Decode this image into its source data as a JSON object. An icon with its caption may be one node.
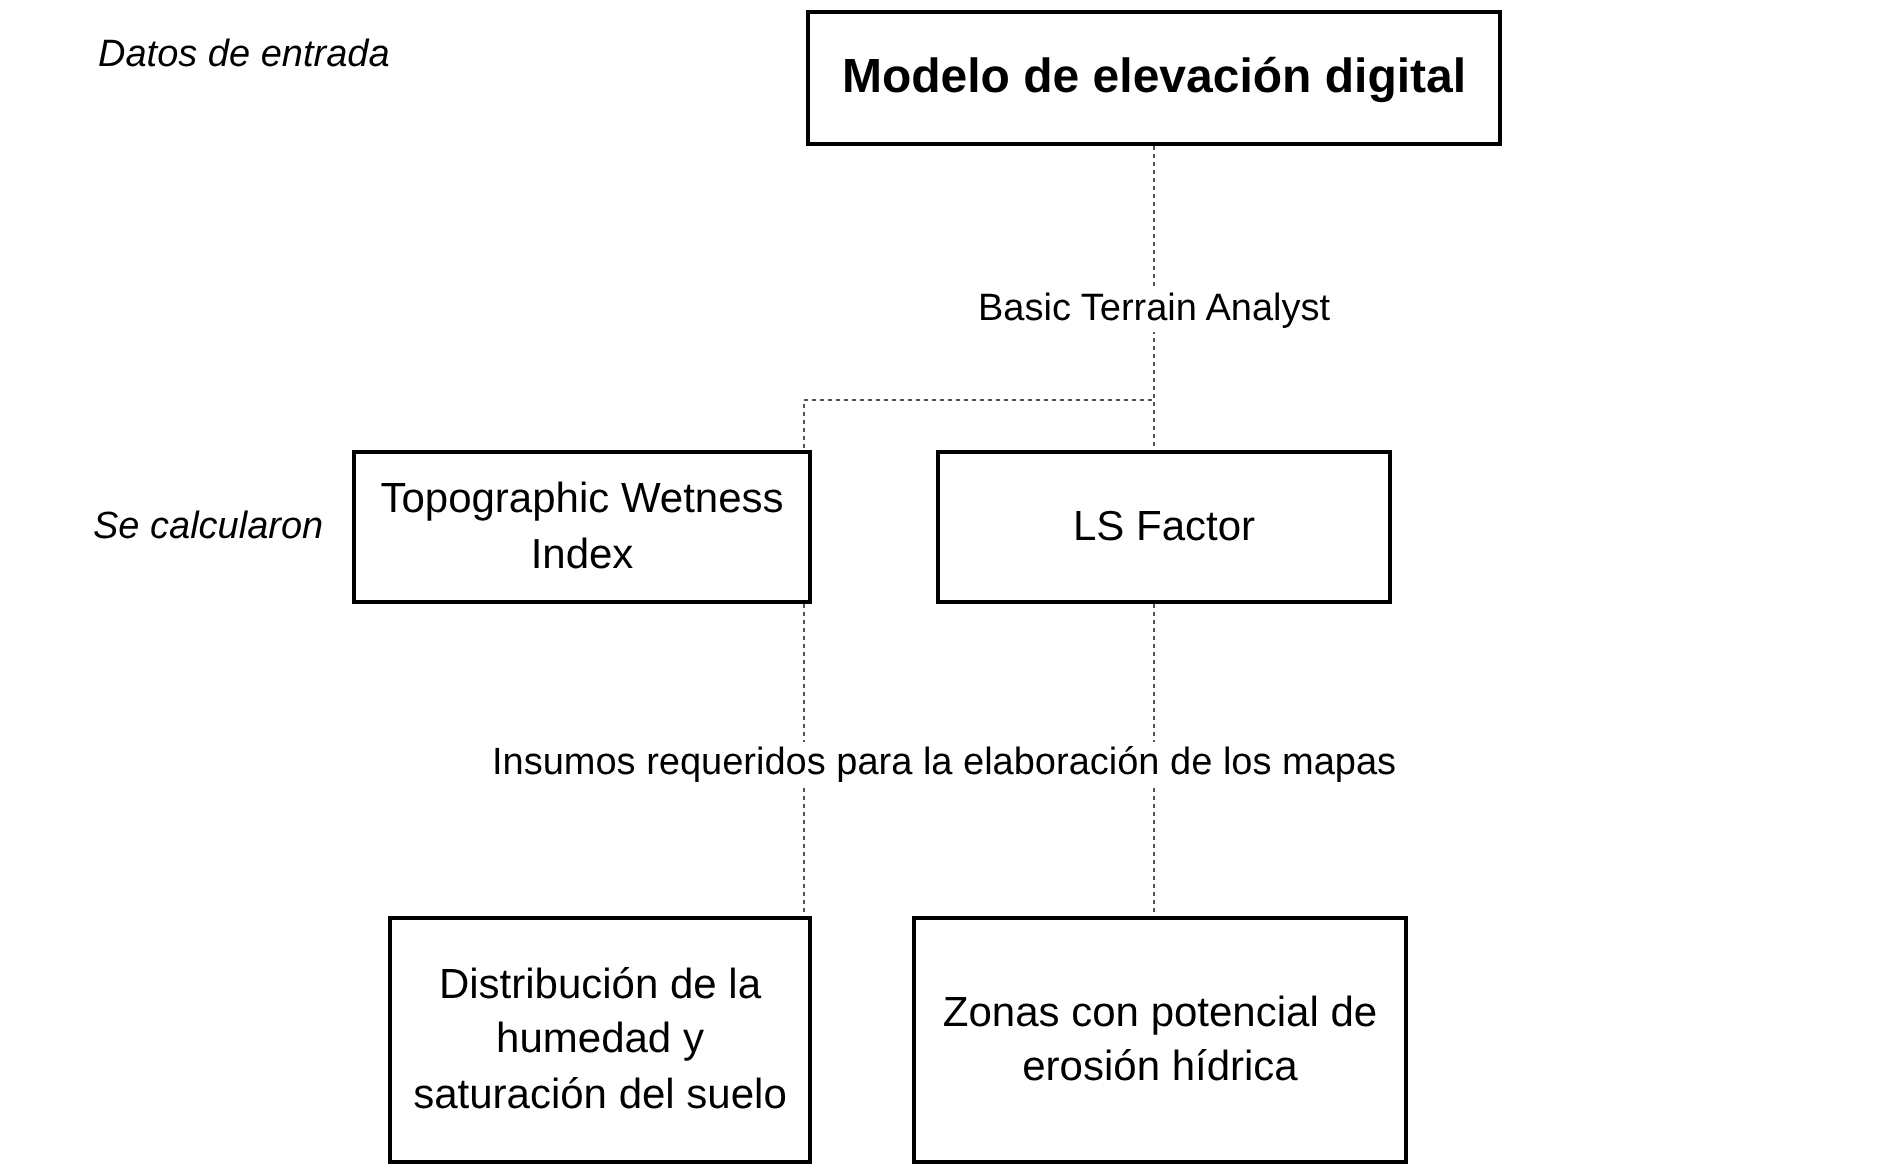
{
  "diagram": {
    "nodes": [
      {
        "text": [
          "Modelo de elevación digital"
        ]
      },
      {
        "text": [
          "Topographic Wetness Index"
        ]
      },
      {
        "text": [
          "LS Factor"
        ]
      },
      {
        "text": [
          "Distribución de la humedad y saturación del suelo"
        ]
      },
      {
        "text": [
          "Zonas con potencial de erosión hídrica"
        ]
      }
    ],
    "edges": [
      {
        "from": 0,
        "to": 1,
        "arrow": "none",
        "style": "dashed",
        "label": "Basic Terrain Analyst"
      },
      {
        "from": 0,
        "to": 2,
        "arrow": "none",
        "style": "dashed"
      },
      {
        "from": 1,
        "to": 3,
        "arrow": "none",
        "style": "dashed"
      },
      {
        "from": 2,
        "to": 4,
        "arrow": "none",
        "style": "dashed"
      }
    ],
    "labels": [
      "Datos de entrada",
      "Se calcularon",
      "Insumos requeridos para la elaboración de los mapas"
    ]
  }
}
